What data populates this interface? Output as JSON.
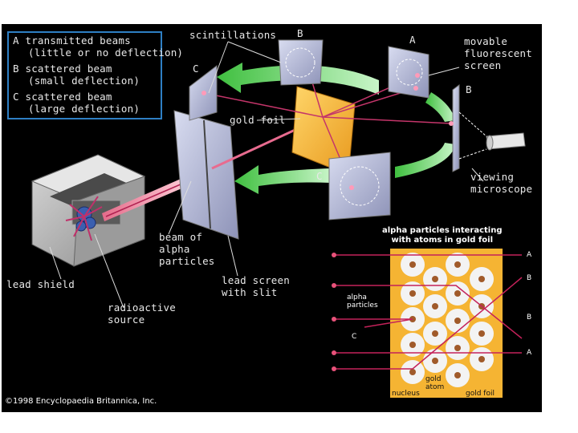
{
  "legend": {
    "items": [
      {
        "letter": "A",
        "line1": "transmitted beams",
        "line2": "(little or no deflection)"
      },
      {
        "letter": "B",
        "line1": "scattered beam",
        "line2": "(small deflection)"
      },
      {
        "letter": "C",
        "line1": "scattered beam",
        "line2": "(large deflection)"
      }
    ]
  },
  "labels": {
    "scintillations": "scintillations",
    "screen_b_top": "B",
    "screen_a_top": "A",
    "screen_c_left": "C",
    "screen_b_right": "B",
    "screen_c_bottom": "C",
    "movable_screen": "movable\nfluorescent\nscreen",
    "gold_foil": "gold foil",
    "viewing_microscope": "viewing\nmicroscope",
    "beam_of_alpha": "beam of\nalpha\nparticles",
    "lead_screen": "lead screen\nwith slit",
    "lead_shield": "lead shield",
    "radioactive_source": "radioactive\nsource"
  },
  "inset": {
    "title": "alpha particles interacting\nwith atoms in gold foil",
    "out_a1": "A",
    "out_b1": "B",
    "out_b2": "B",
    "out_a2": "A",
    "alpha_particles": "alpha\nparticles",
    "c_label": "C",
    "gold_atom": "gold\natom",
    "nucleus": "nucleus",
    "gold_foil": "gold foil"
  },
  "copyright": "©1998 Encyclopaedia Britannica, Inc.",
  "colors": {
    "background": "#000000",
    "legend_border": "#2e7fc4",
    "gold_foil": "#f5b433",
    "beam": "#d4406e",
    "arrow": "#6ad46a",
    "screen": "#b8bcd8"
  }
}
